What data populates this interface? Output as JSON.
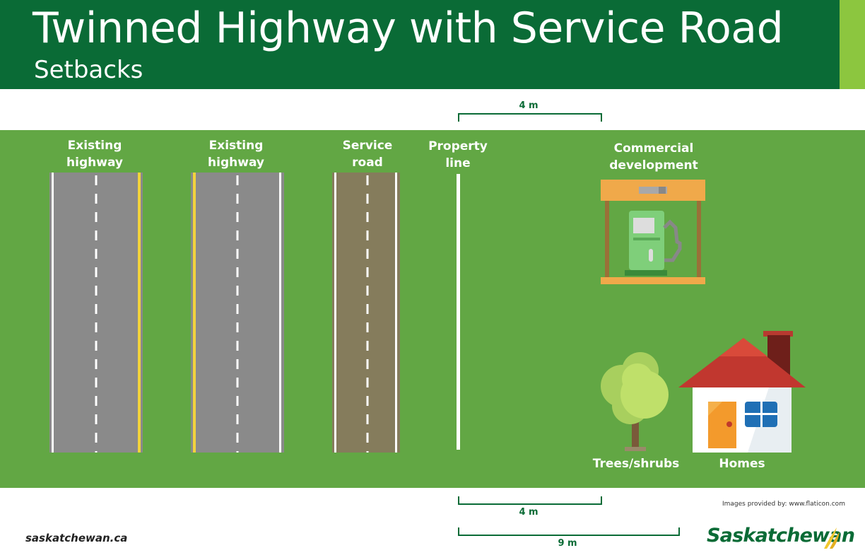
{
  "header": {
    "title": "Twinned Highway with Service Road",
    "subtitle": "Setbacks"
  },
  "columns": {
    "highway_1": "Existing\nhighway",
    "highway_2": "Existing\nhighway",
    "service_road": "Service\nroad",
    "property_line": "Property\nline",
    "commercial": "Commercial\ndevelopment",
    "trees": "Trees/shrubs",
    "homes": "Homes"
  },
  "dimensions": {
    "top_commercial": "4 m",
    "bottom_trees": "4 m",
    "bottom_homes": "9 m"
  },
  "footer": {
    "url": "saskatchewan.ca",
    "credit": "Images provided by: www.flaticon.com",
    "brand": "Saskatchewan"
  },
  "colors": {
    "header_green": "#0a6b36",
    "accent_green": "#8cc63f",
    "field_green": "#62a744",
    "asphalt": "#8a8a8a",
    "gravel": "#857c5c"
  },
  "icons": [
    "gas-station-icon",
    "tree-icon",
    "house-icon",
    "wheat-icon"
  ]
}
